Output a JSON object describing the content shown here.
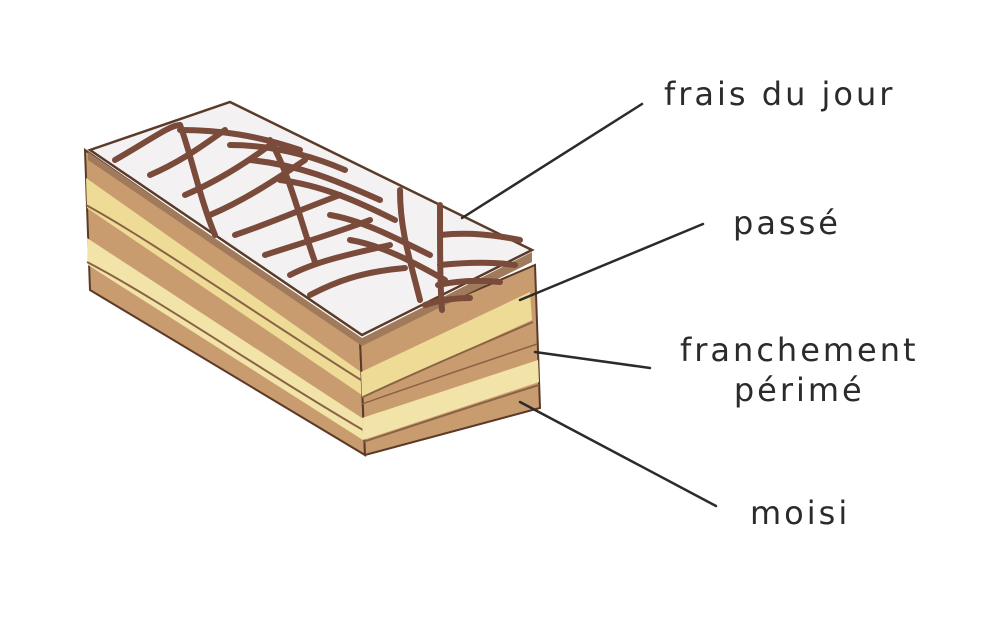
{
  "labels": {
    "frais_du_jour": "frais du jour",
    "passe": "passé",
    "franchement_perime": [
      "franchement",
      "périmé"
    ],
    "moisi": "moisi"
  },
  "colors": {
    "outline": "#5a3a28",
    "leader_line": "#2b2b2b",
    "icing": "#f4f1f2",
    "chocolate": "#7a4a3a",
    "pastry": "#c99c70",
    "cream": "#eedc96"
  }
}
